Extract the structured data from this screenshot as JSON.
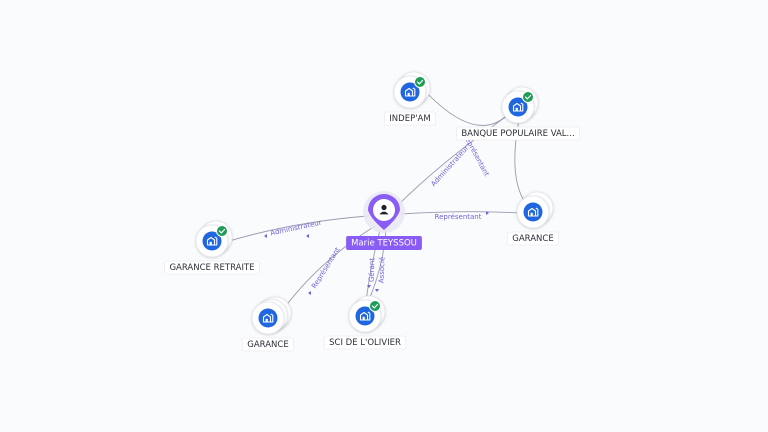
{
  "colors": {
    "company": "#1f66e0",
    "person": "#8a5cf6",
    "check": "#1f9d57",
    "edge_label": "#6f63d8"
  },
  "person": {
    "label": "Marie TEYSSOU",
    "icon": "person-icon"
  },
  "companies": [
    {
      "id": "indepam",
      "label": "INDEP'AM",
      "verified": true,
      "stacked": false,
      "icon": "building-icon"
    },
    {
      "id": "banque",
      "label": "BANQUE POPULAIRE VAL...",
      "verified": true,
      "stacked": false,
      "icon": "building-icon"
    },
    {
      "id": "garance_r",
      "label": "GARANCE",
      "verified": false,
      "stacked": false,
      "icon": "building-icon"
    },
    {
      "id": "garance_retraite",
      "label": "GARANCE RETRAITE",
      "verified": true,
      "stacked": false,
      "icon": "building-icon"
    },
    {
      "id": "garance_b",
      "label": "GARANCE",
      "verified": false,
      "stacked": true,
      "icon": "building-icon"
    },
    {
      "id": "sci",
      "label": "SCI DE L'OLIVIER",
      "verified": true,
      "stacked": false,
      "icon": "building-icon"
    }
  ],
  "edges": [
    {
      "id": "e_banque",
      "target": "banque",
      "label": "Administrateur"
    },
    {
      "id": "e_garance_r",
      "target": "garance_r",
      "label": "Représentant"
    },
    {
      "id": "e_retraite",
      "target": "garance_retraite",
      "label": "Administrateur"
    },
    {
      "id": "e_garance_b",
      "target": "garance_b",
      "label": "Représentant"
    },
    {
      "id": "e_sci_1",
      "target": "sci",
      "label": "Gérant"
    },
    {
      "id": "e_sci_2",
      "target": "sci",
      "label": "Associé"
    },
    {
      "id": "e_indep_banque",
      "target": "banque",
      "label": ""
    },
    {
      "id": "e_banque_garance",
      "target": "garance_r",
      "label": "Représentant"
    }
  ]
}
